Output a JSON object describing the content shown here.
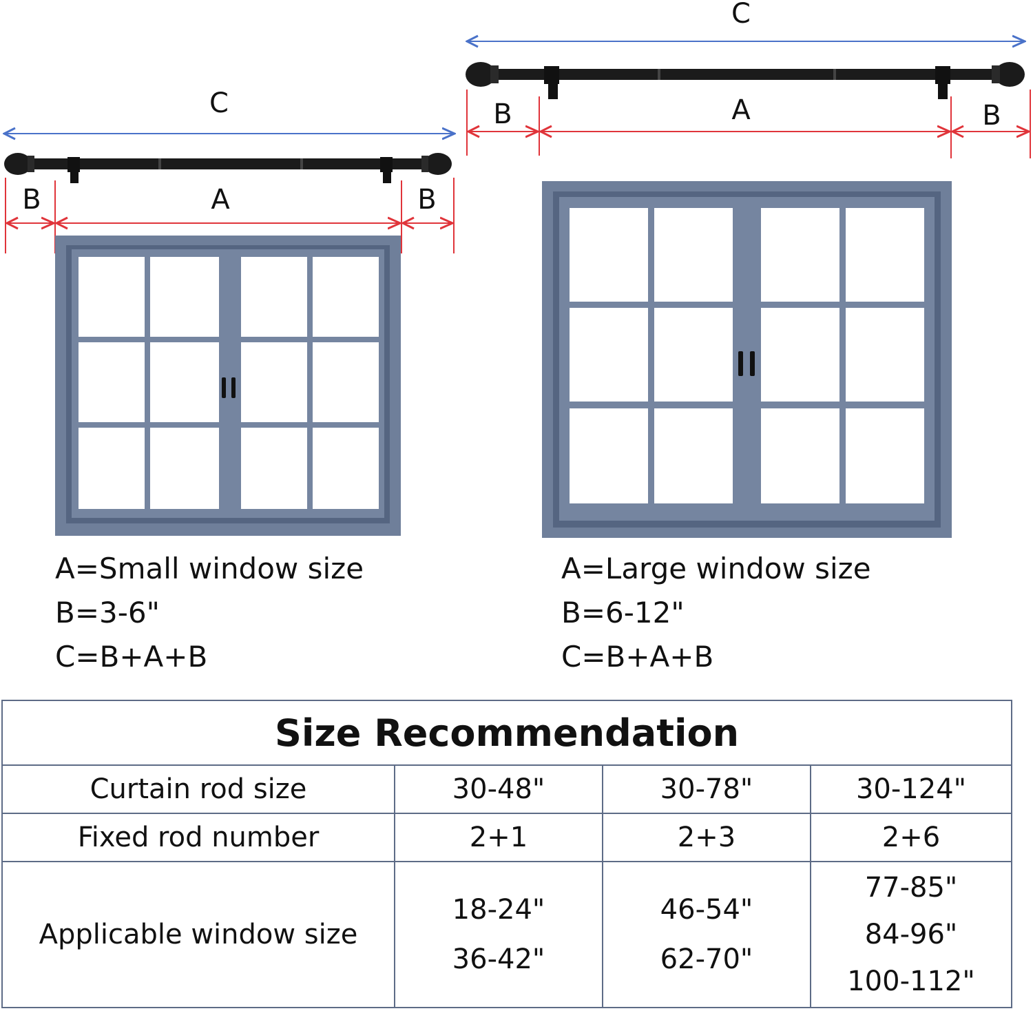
{
  "colors": {
    "rod": "#1b1b1b",
    "window_frame": "#6f7f9a",
    "window_frame_dark": "#556581",
    "measure_red": "#e0343a",
    "measure_blue": "#4a72c9",
    "table_border": "#5d6b86"
  },
  "left_diagram": {
    "label_c": "C",
    "label_a": "A",
    "label_b_left": "B",
    "label_b_right": "B",
    "caption": {
      "line1": "A=Small window size",
      "line2": "B=3-6\"",
      "line3": "C=B+A+B"
    }
  },
  "right_diagram": {
    "label_c": "C",
    "label_a": "A",
    "label_b_left": "B",
    "label_b_right": "B",
    "caption": {
      "line1": "A=Large window size",
      "line2": "B=6-12\"",
      "line3": "C=B+A+B"
    }
  },
  "table": {
    "title": "Size Recommendation",
    "rows": [
      {
        "label": "Curtain rod size",
        "cells": [
          [
            "30-48\""
          ],
          [
            "30-78\""
          ],
          [
            "30-124\""
          ]
        ]
      },
      {
        "label": "Fixed rod number",
        "cells": [
          [
            "2+1"
          ],
          [
            "2+3"
          ],
          [
            "2+6"
          ]
        ]
      },
      {
        "label": "Applicable window size",
        "cells": [
          [
            "18-24\"",
            "36-42\""
          ],
          [
            "46-54\"",
            "62-70\""
          ],
          [
            "77-85\"",
            "84-96\"",
            "100-112\""
          ]
        ]
      }
    ]
  }
}
